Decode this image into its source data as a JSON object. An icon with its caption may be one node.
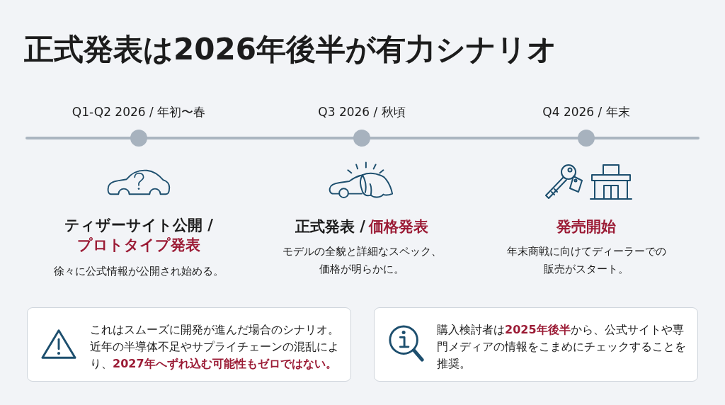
{
  "diagram": {
    "title": "正式発表は2026年後半が有力シナリオ",
    "nodes": [
      {
        "text": [
          "これはスムーズに開発が進んだ場合のシナリオ。近年の半導体不足やサプライチェーンの混乱により、**2027年へずれ込む可能性もゼロではない。**"
        ]
      },
      {
        "text": [
          "購入検討者は**2025年後半**から、公式サイトや専門メディアの情報をこまめにチェックすることを推奨。"
        ]
      }
    ],
    "labels": [
      "Q1-Q2 2026 / 年初〜春",
      "Q3 2026 / 秋頃",
      "Q4 2026 / 年末",
      "ティザーサイト公開 /",
      "プロトタイプ発表",
      "徐々に公式情報が公開され始める。",
      "正式発表 /",
      "価格発表",
      "モデルの全貌と詳細なスペック、価格が明らかに。",
      "発売開始",
      "年末商戦に向けてディーラーでの販売がスタート。"
    ]
  }
}
